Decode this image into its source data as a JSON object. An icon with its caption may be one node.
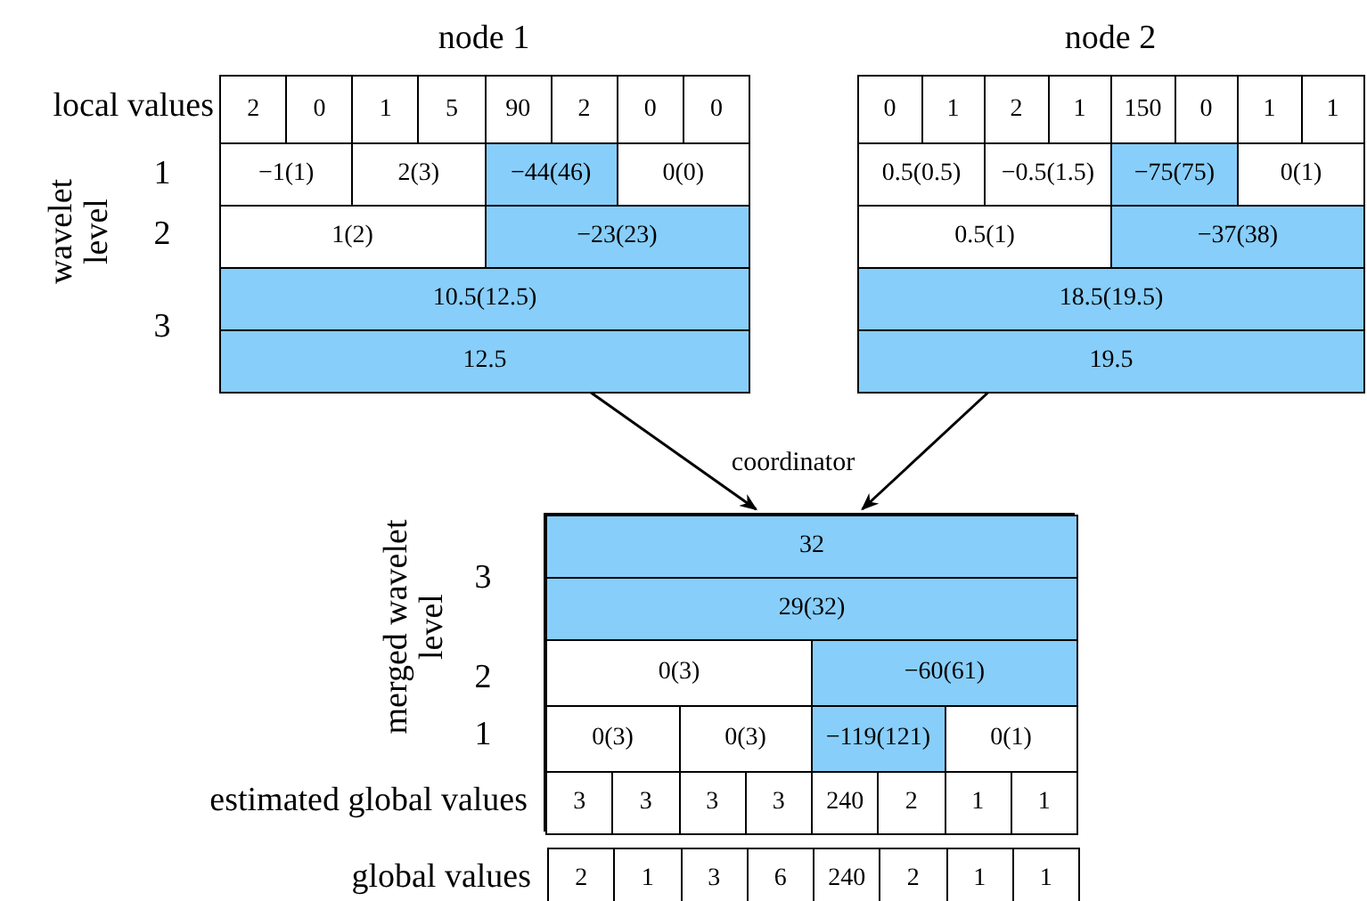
{
  "diagram": {
    "nodes": [
      {
        "text": [
          "node 1"
        ]
      },
      {
        "text": [
          "node 2"
        ]
      },
      {
        "text": [],
        "shape": "box"
      }
    ],
    "edges": [
      {
        "from": 0,
        "to": 2,
        "arrow": "to"
      },
      {
        "from": 1,
        "to": 2,
        "arrow": "to"
      }
    ],
    "labels": [
      "local values",
      "2",
      "0",
      "1",
      "5",
      "90",
      "2",
      "0",
      "0",
      "0",
      "1",
      "2",
      "1",
      "150",
      "0",
      "1",
      "1",
      "wavelet level",
      "1",
      "−1(1)",
      "2(3)",
      "−44(46)",
      "0(0)",
      "0.5(0.5)",
      "−0.5(1.5)",
      "−75(75)",
      "0(1)",
      "2",
      "1(2)",
      "−23(23)",
      "0.5(1)",
      "−37(38)",
      "3",
      "10.5(12.5)",
      "18.5(19.5)",
      "12.5",
      "19.5",
      "coordinator",
      "merged wavelet level",
      "3",
      "32",
      "29(32)",
      "2",
      "0(3)",
      "−60(61)",
      "1",
      "0(3)",
      "0(3)",
      "−119(121)",
      "0(1)",
      "estimated global values",
      "3",
      "3",
      "3",
      "3",
      "240",
      "2",
      "1",
      "1",
      "global values",
      "2",
      "1",
      "3",
      "6",
      "240",
      "2",
      "1",
      "1"
    ]
  }
}
